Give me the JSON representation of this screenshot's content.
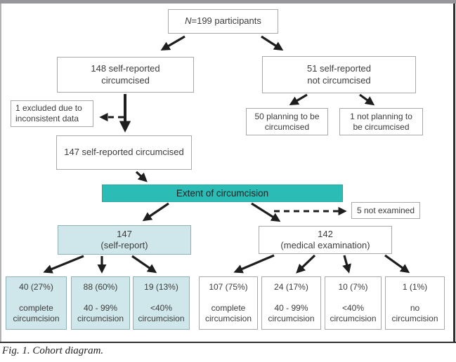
{
  "colors": {
    "teal": "#2bbcb5",
    "light_teal": "#cfe7ea",
    "arrow": "#1e1e1e"
  },
  "caption": "Fig. 1. Cohort diagram.",
  "diagram": {
    "root": {
      "prefix": "N",
      "rest": "=199 participants"
    },
    "self_reported": "148 self-reported\ncircumcised",
    "excluded": "1 excluded due to\ninconsistent data",
    "not_circumcised": "51 self-reported\nnot circumcised",
    "planning": "50 planning to be\ncircumcised",
    "not_planning": "1 not planning to\nbe circumcised",
    "confirmed": "147 self-reported circumcised",
    "extent_header": "Extent of circumcision",
    "not_examined": "5 not examined",
    "self_report_group": "147\n(self-report)",
    "medical_exam_group": "142\n(medical examination)",
    "outcomes": [
      {
        "value": "40 (27%)",
        "label": "complete\ncircumcision"
      },
      {
        "value": "88 (60%)",
        "label": "40 - 99%\ncircumcision"
      },
      {
        "value": "19 (13%)",
        "label": "<40%\ncircumcision"
      },
      {
        "value": "107 (75%)",
        "label": "complete\ncircumcision"
      },
      {
        "value": "24 (17%)",
        "label": "40 - 99%\ncircumcision"
      },
      {
        "value": "10 (7%)",
        "label": "<40%\ncircumcision"
      },
      {
        "value": "1 (1%)",
        "label": "no\ncircumcision"
      }
    ]
  }
}
